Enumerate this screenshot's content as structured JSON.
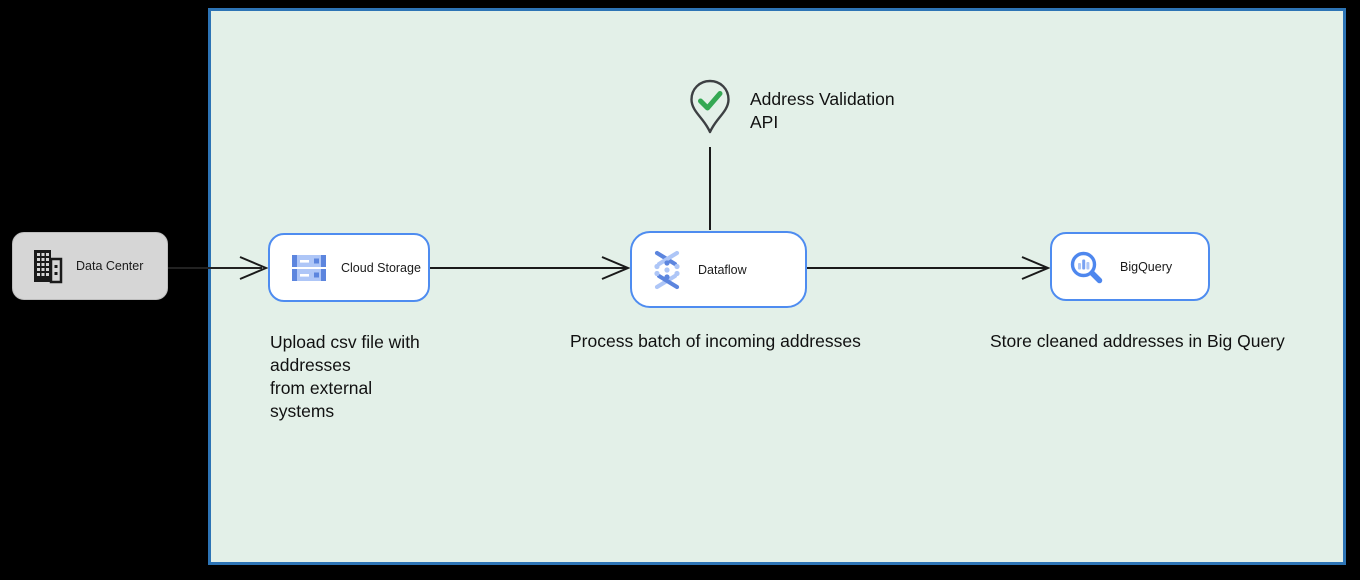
{
  "diagram": {
    "background_fill": "#e3f0e8",
    "border_color": "#2d74b5",
    "outer_background": "#000000"
  },
  "nodes": {
    "data_center": {
      "label": "Data Center",
      "icon": "building-icon"
    },
    "cloud_storage": {
      "label": "Cloud Storage",
      "icon": "cloud-storage-icon"
    },
    "dataflow": {
      "label": "Dataflow",
      "icon": "dataflow-icon"
    },
    "bigquery": {
      "label": "BigQuery",
      "icon": "bigquery-icon"
    },
    "address_validation": {
      "label": "Address Validation\nAPI",
      "icon": "map-pin-check-icon"
    }
  },
  "captions": {
    "cloud_storage": "Upload csv file with\naddresses\nfrom external\nsystems",
    "dataflow": "Process batch of incoming addresses",
    "bigquery": "Store cleaned addresses in Big Query"
  },
  "colors": {
    "node_border": "#4e8cf0",
    "icon_blue": "#5c85de",
    "icon_light_blue": "#aec6f7",
    "check_green": "#34a853",
    "pin_outline": "#3d4043",
    "arrow": "#1a1a1a",
    "data_center_fill": "#d6d6d6"
  }
}
